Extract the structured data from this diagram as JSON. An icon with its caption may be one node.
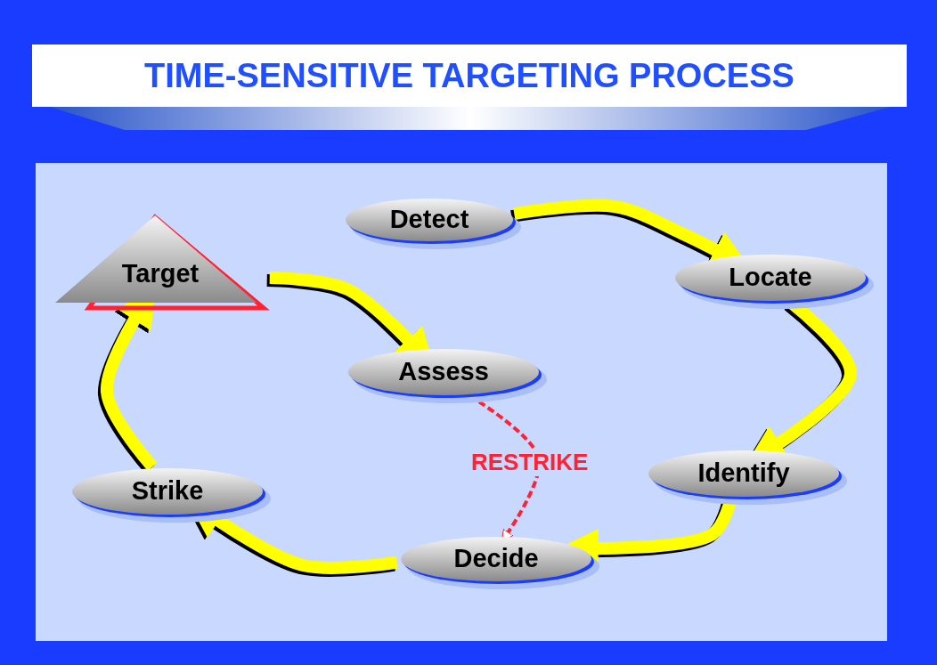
{
  "diagram": {
    "title": "TIME-SENSITIVE TARGETING PROCESS",
    "nodes": [
      {
        "text": [
          "Detect"
        ]
      },
      {
        "text": [
          "Locate"
        ]
      },
      {
        "text": [
          "Identify"
        ]
      },
      {
        "text": [
          "Decide"
        ]
      },
      {
        "text": [
          "Strike"
        ]
      },
      {
        "text": [
          "Target"
        ]
      },
      {
        "text": [
          "Assess"
        ]
      }
    ],
    "edges": [
      {
        "from": 0,
        "to": 1,
        "arrow": "to"
      },
      {
        "from": 1,
        "to": 2,
        "arrow": "to"
      },
      {
        "from": 2,
        "to": 3,
        "arrow": "to"
      },
      {
        "from": 3,
        "to": 4,
        "arrow": "to"
      },
      {
        "from": 4,
        "to": 5,
        "arrow": "to"
      },
      {
        "from": 5,
        "to": 6,
        "arrow": "to"
      },
      {
        "from": 6,
        "to": 3,
        "arrow": "to",
        "label": "RESTRIKE",
        "style": "dashed",
        "color": "#ff2233"
      }
    ]
  }
}
